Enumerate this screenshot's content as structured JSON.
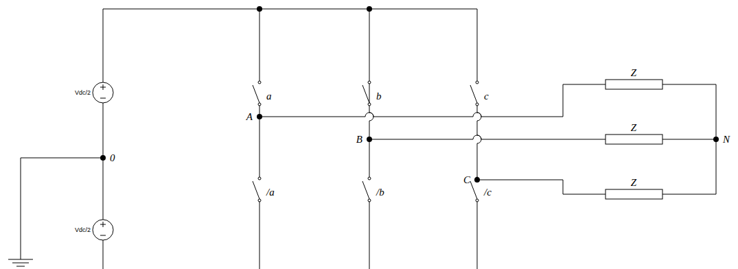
{
  "diagram": {
    "labels": [
      "Vdc/2",
      "a",
      "b",
      "c",
      "0",
      "A",
      "B",
      "C",
      "Z",
      "Z",
      "N",
      "Vdc/2",
      "/a",
      "/b",
      "/c",
      "Z"
    ]
  }
}
